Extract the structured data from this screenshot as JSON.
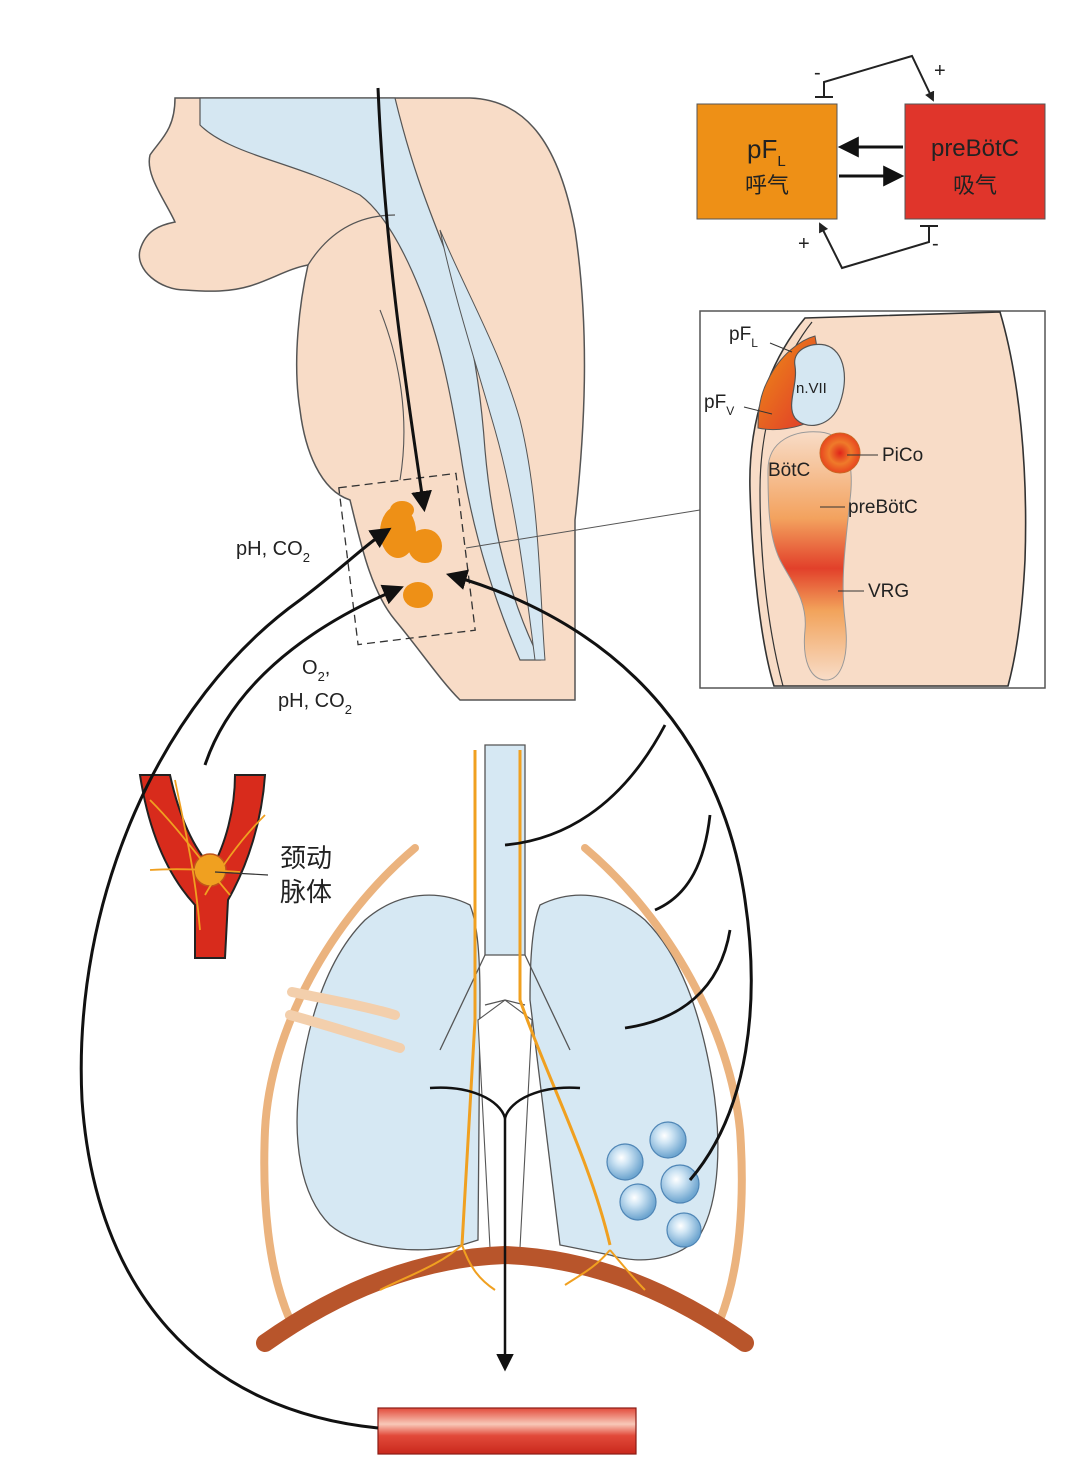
{
  "schema": {
    "box_left": {
      "main": "pF",
      "sub": "L",
      "cn": "呼气"
    },
    "box_right": {
      "main": "preBötC",
      "cn": "吸气"
    },
    "signs": {
      "top_left": "-",
      "top_right": "+",
      "bottom_left": "+",
      "bottom_right": "-"
    }
  },
  "inset": {
    "pFL": {
      "main": "pF",
      "sub": "L"
    },
    "pFV": {
      "main": "pF",
      "sub": "V"
    },
    "nVII": "n.VII",
    "pico": "PiCo",
    "botc": "BötC",
    "prebotc": "preBötC",
    "vrg": "VRG"
  },
  "labels": {
    "central": {
      "a": "pH, CO",
      "sub": "2"
    },
    "peripheral": {
      "o": "O",
      "o_sub": "2",
      "o_tail": ",",
      "b": "pH, CO",
      "b_sub": "2"
    },
    "carotid_line1": "颈动",
    "carotid_line2": "脉体"
  },
  "colors": {
    "tissue": "#f8dcc7",
    "csf": "#d5e7f2",
    "orange": "#ee9016",
    "red": "#e0352b",
    "artery": "#d82b1c",
    "rib": "#ebb37e",
    "lung": "#d6e8f3",
    "diaphragm": "#b8552b",
    "nerve": "#f0a020"
  }
}
